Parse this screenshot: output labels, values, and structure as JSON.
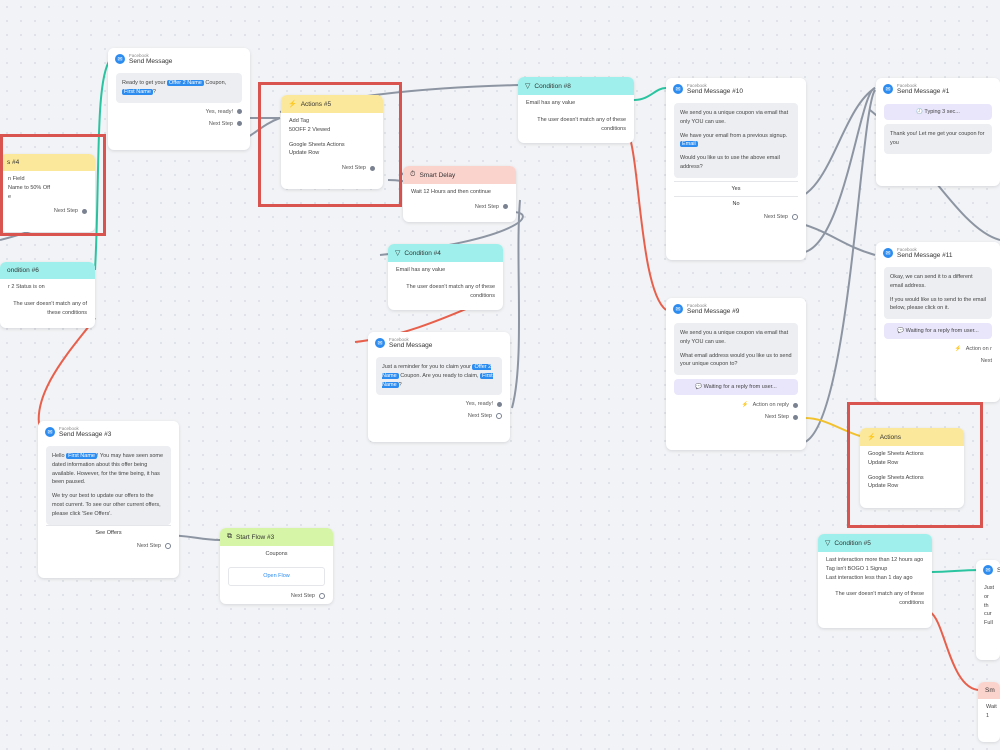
{
  "send1": {
    "platform": "Facebook",
    "title": "Send Message",
    "text_a": "Ready to get your",
    "chip1": "Offer 2 Name",
    "text_b": "Coupon,",
    "chip2": "First Name",
    "text_c": "?",
    "reply": "Yes, ready!",
    "next": "Next Step"
  },
  "actions5": {
    "title": "Actions #5",
    "line1": "Add Tag",
    "line2": "50OFF 2 Viewed",
    "line3": "Google Sheets Actions",
    "line4": "Update Row",
    "next": "Next Step"
  },
  "left4": {
    "title": "s #4",
    "line1": "n Field",
    "line2": "Name to 50% Off",
    "line3": "e",
    "next": "Next Step"
  },
  "cond6": {
    "title": "ondition #6",
    "line1": "r 2 Status is on",
    "no": "The user doesn't match any of these conditions"
  },
  "cond8": {
    "title": "Condition #8",
    "line1": "Email has any value",
    "no": "The user doesn't match any of these conditions"
  },
  "smart": {
    "title": "Smart Delay",
    "line1": "Wait 12 Hours and then continue",
    "next": "Next Step"
  },
  "cond4": {
    "title": "Condition #4",
    "line1": "Email has any value",
    "no": "The user doesn't match any of these conditions"
  },
  "send_rem": {
    "platform": "Facebook",
    "title": "Send Message",
    "text_a": "Just a reminder for you to claim your",
    "chip1": "Offer 2 Name",
    "text_b": "Coupon. Are you ready to claim,",
    "chip2": "First Name",
    "text_c": "?",
    "reply": "Yes, ready!",
    "next": "Next Step"
  },
  "send10": {
    "platform": "Facebook",
    "title": "Send Message #10",
    "p1": "We send you a unique coupon via email that only YOU can use.",
    "p2": "We have your email from a previous signup.",
    "chip": "Email",
    "p3": "Would you like us to use the above email address?",
    "yes": "Yes",
    "no": "No",
    "next": "Next Step"
  },
  "send9": {
    "platform": "Facebook",
    "title": "Send Message #9",
    "p1": "We send you a unique coupon via email that only YOU can use.",
    "p2": "What email address would you like us to send your unique coupon to?",
    "wait": "Waiting for a reply from user...",
    "action": "Action on reply",
    "next": "Next Step"
  },
  "send1r": {
    "platform": "Facebook",
    "title": "Send Message #1",
    "typing": "Typing 3 sec...",
    "text": "Thank you! Let me get your coupon for you"
  },
  "send11": {
    "platform": "Facebook",
    "title": "Send Message #11",
    "p1": "Okay, we can send it to a different email address.",
    "p2": "If you would like us to send to the email below, please click on it.",
    "wait": "Waiting for a reply from user...",
    "action": "Action on r",
    "next": "Next"
  },
  "send3": {
    "platform": "Facebook",
    "title": "Send Message #3",
    "text_a": "Hello",
    "chip": "First Name",
    "text_b": "! You may have seen some dated information about this offer being available. However, for the time being, it has been paused.",
    "p2": "We try our best to update our offers to the most current. To see our other current offers, please click 'See Offers'.",
    "button": "See Offers",
    "next": "Next Step"
  },
  "flow3": {
    "title": "Start Flow #3",
    "name": "Coupons",
    "open": "Open Flow",
    "next": "Next Step"
  },
  "actions": {
    "title": "Actions",
    "a1": "Google Sheets Actions",
    "a1b": "Update Row",
    "a2": "Google Sheets Actions",
    "a2b": "Update Row"
  },
  "cond5": {
    "title": "Condition #5",
    "l1": "Last interaction more than 12 hours ago",
    "l2": "Tag isn't BOGO 1 Signup",
    "l3": "Last interaction less than 1 day ago",
    "no": "The user doesn't match any of these conditions"
  },
  "edge_r": {
    "s": "S",
    "l1": "Just",
    "l2": "or th",
    "l3": "cur",
    "l4": "Full",
    "sm": "Sm",
    "w": "Wait 1"
  },
  "colors": {
    "wire": "#8d95a3",
    "green": "#2bc4a0",
    "red": "#e8604c",
    "yellow": "#f2c12e",
    "highlight": "#d9534f"
  }
}
